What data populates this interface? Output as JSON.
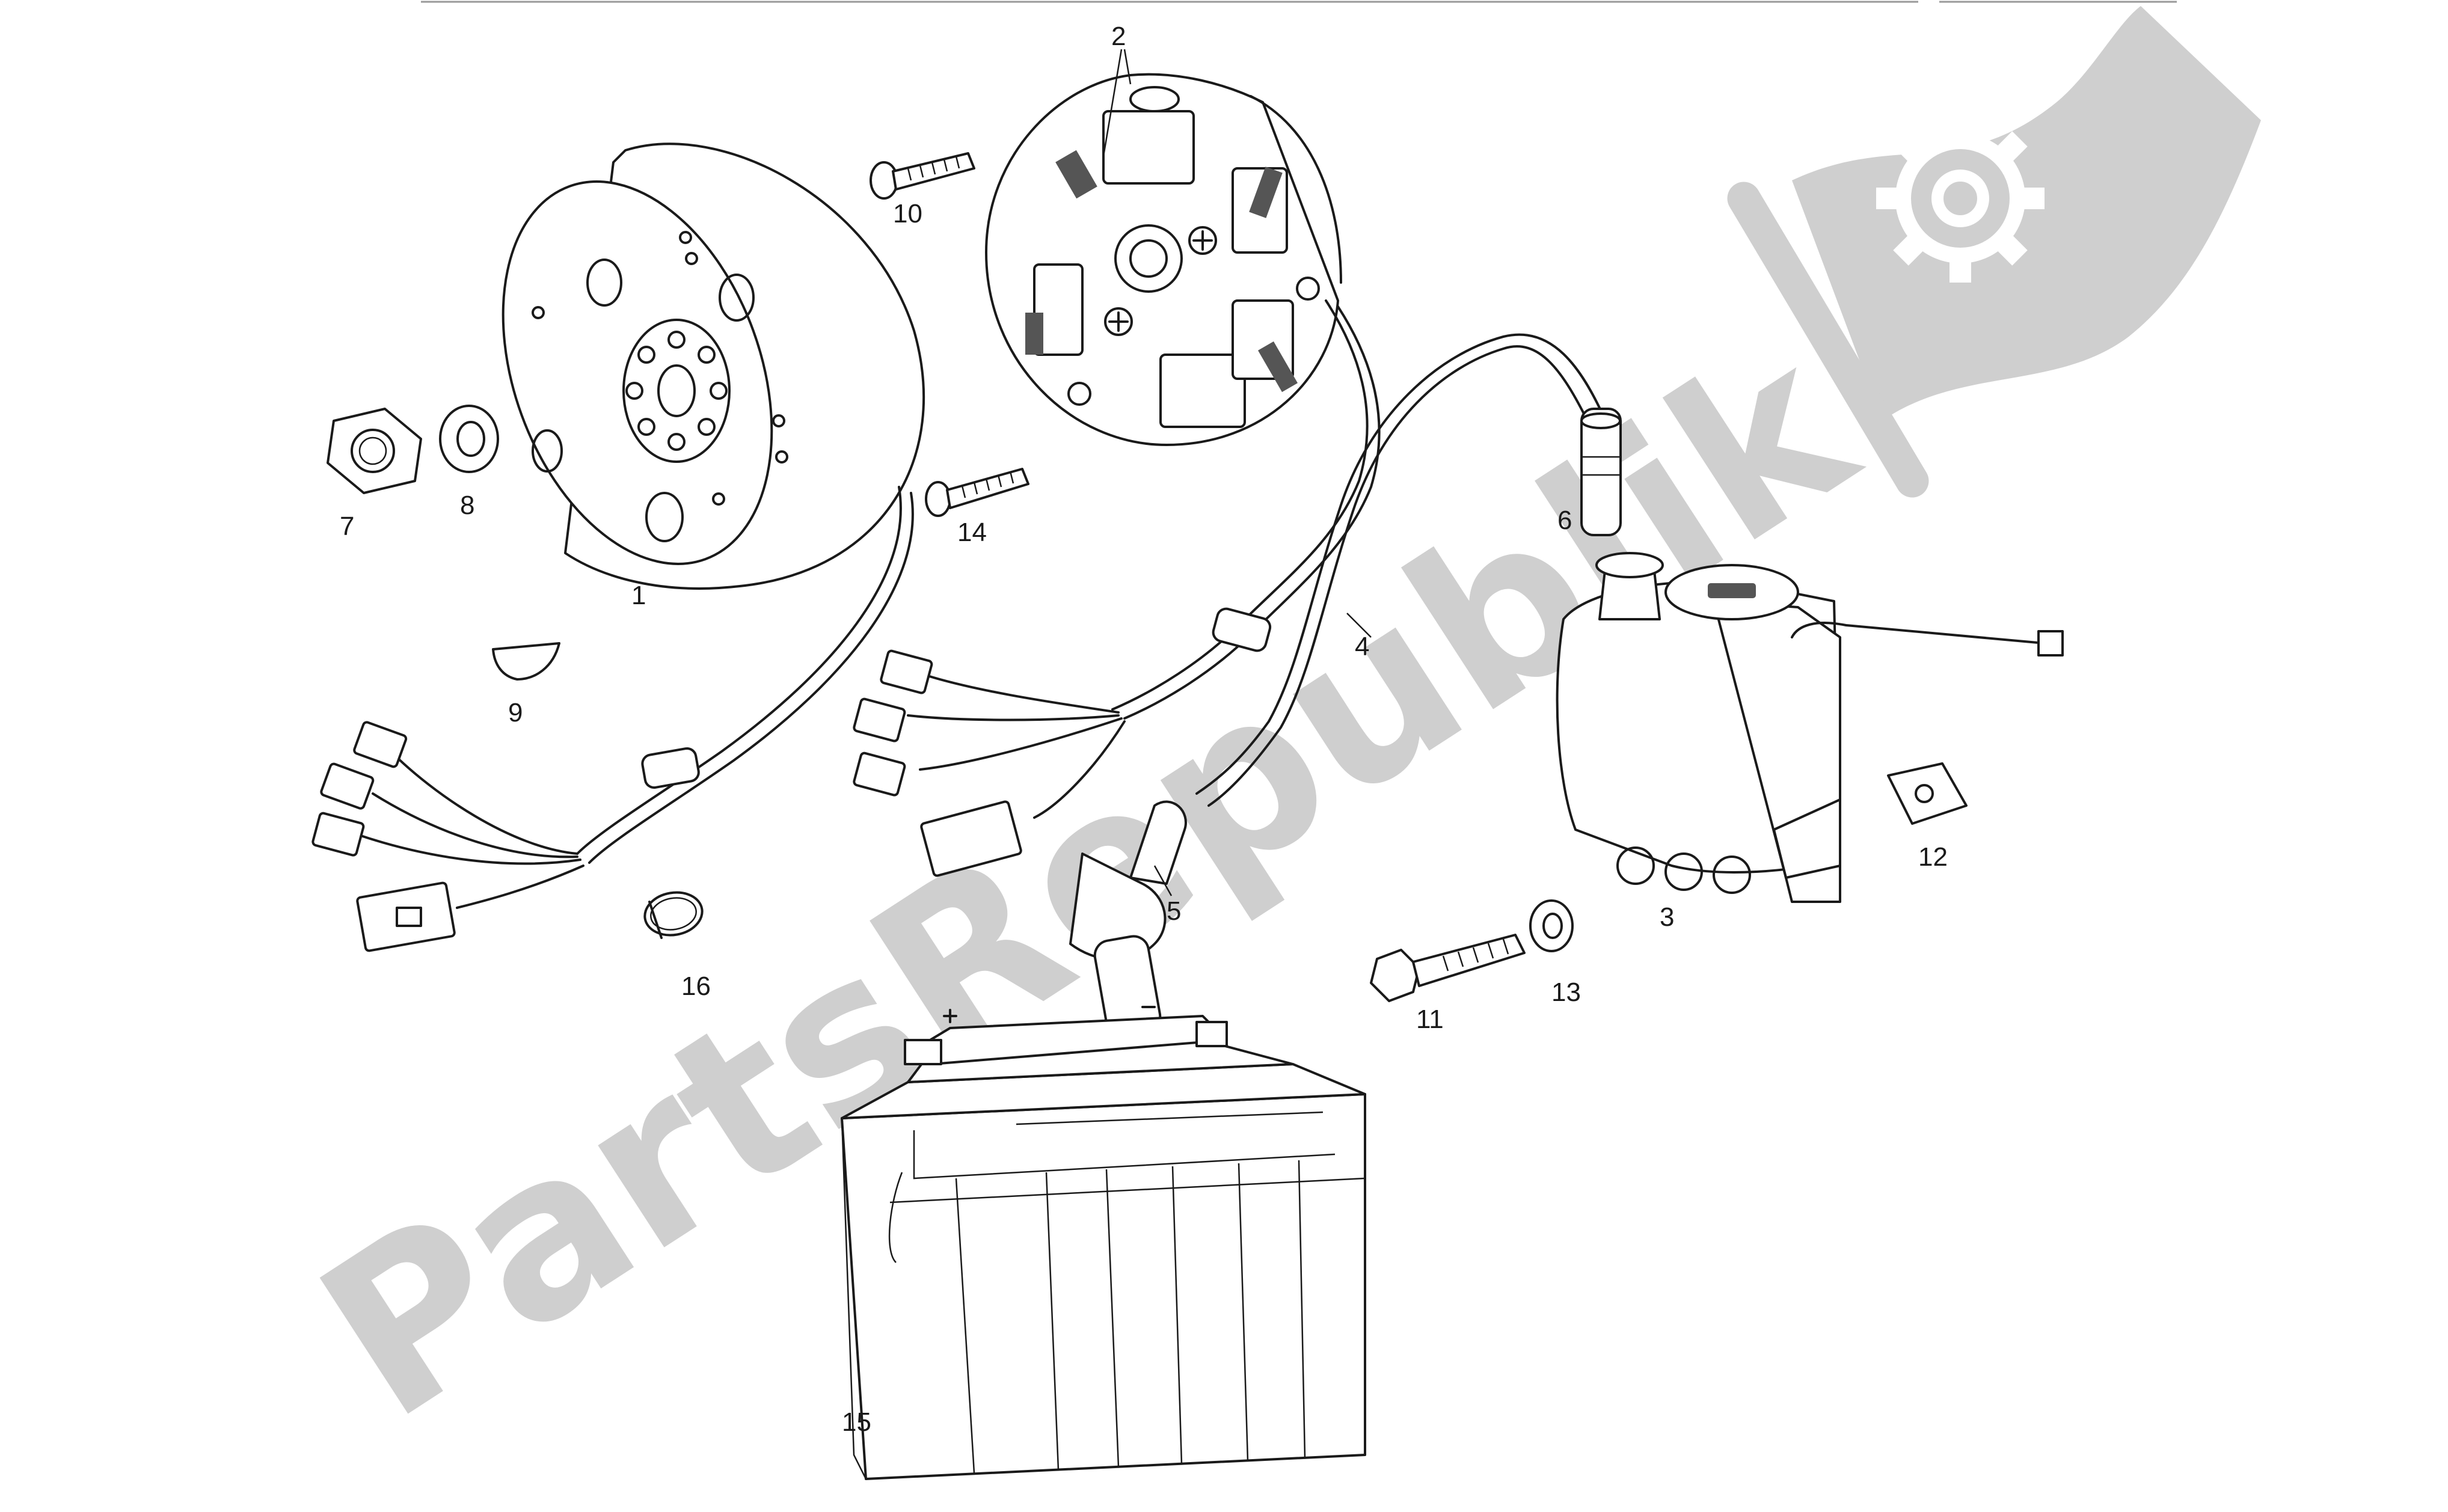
{
  "watermark": {
    "text": "PartsRepublik",
    "color": "#cfcfcf",
    "logo_icon": "gear-flag-icon"
  },
  "callouts": [
    {
      "id": "1",
      "label": "1",
      "part": "flywheel-rotor"
    },
    {
      "id": "2",
      "label": "2",
      "part": "stator-plate"
    },
    {
      "id": "3",
      "label": "3",
      "part": "ignition-coil-cdi"
    },
    {
      "id": "4",
      "label": "4",
      "part": "hv-cable"
    },
    {
      "id": "5",
      "label": "5",
      "part": "spark-plug-cap"
    },
    {
      "id": "6",
      "label": "6",
      "part": "cap-connector"
    },
    {
      "id": "7",
      "label": "7",
      "part": "hex-nut"
    },
    {
      "id": "8",
      "label": "8",
      "part": "washer"
    },
    {
      "id": "9",
      "label": "9",
      "part": "woodruff-key"
    },
    {
      "id": "10",
      "label": "10",
      "part": "screw"
    },
    {
      "id": "11",
      "label": "11",
      "part": "bolt"
    },
    {
      "id": "12",
      "label": "12",
      "part": "clip-nut"
    },
    {
      "id": "13",
      "label": "13",
      "part": "washer"
    },
    {
      "id": "14",
      "label": "14",
      "part": "screw"
    },
    {
      "id": "15",
      "label": "15",
      "part": "battery"
    },
    {
      "id": "16",
      "label": "16",
      "part": "cable-clamp"
    }
  ]
}
